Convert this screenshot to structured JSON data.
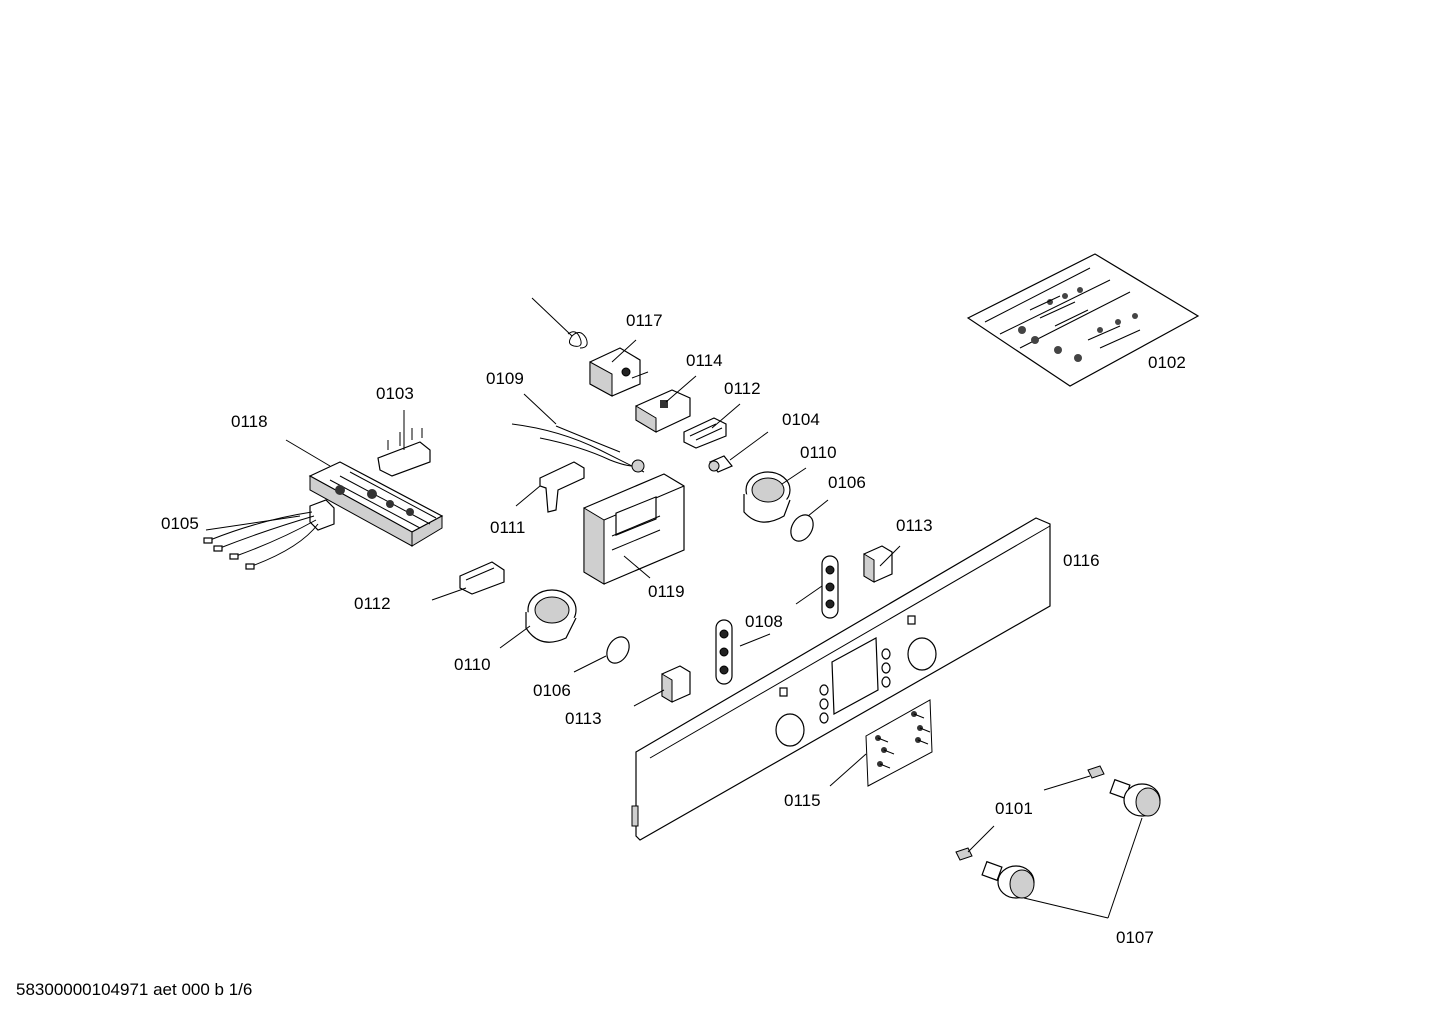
{
  "labels": {
    "p0101": "0101",
    "p0102": "0102",
    "p0103": "0103",
    "p0104": "0104",
    "p0105": "0105",
    "p0106a": "0106",
    "p0106b": "0106",
    "p0107": "0107",
    "p0108": "0108",
    "p0109": "0109",
    "p0110a": "0110",
    "p0110b": "0110",
    "p0111": "0111",
    "p0112a": "0112",
    "p0112b": "0112",
    "p0113a": "0113",
    "p0113b": "0113",
    "p0114": "0114",
    "p0115": "0115",
    "p0116": "0116",
    "p0117": "0117",
    "p0118": "0118",
    "p0119": "0119"
  },
  "footer": {
    "doc_ref": "58300000104971 aet 000 b 1/6"
  }
}
